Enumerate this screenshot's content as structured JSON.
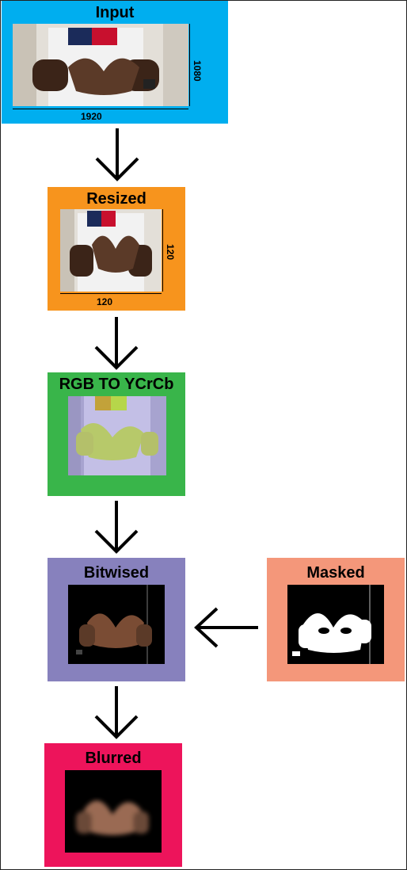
{
  "stages": {
    "input": {
      "title": "Input",
      "width_label": "1920",
      "height_label": "1080",
      "color": "#00aeef"
    },
    "resized": {
      "title": "Resized",
      "width_label": "120",
      "height_label": "120",
      "color": "#f7941d"
    },
    "ycrcb": {
      "title": "RGB TO YCrCb",
      "color": "#39b54a"
    },
    "bitwised": {
      "title": "Bitwised",
      "color": "#8781bd"
    },
    "masked": {
      "title": "Masked",
      "color": "#f4977a"
    },
    "blurred": {
      "title": "Blurred",
      "color": "#ed145b"
    }
  }
}
